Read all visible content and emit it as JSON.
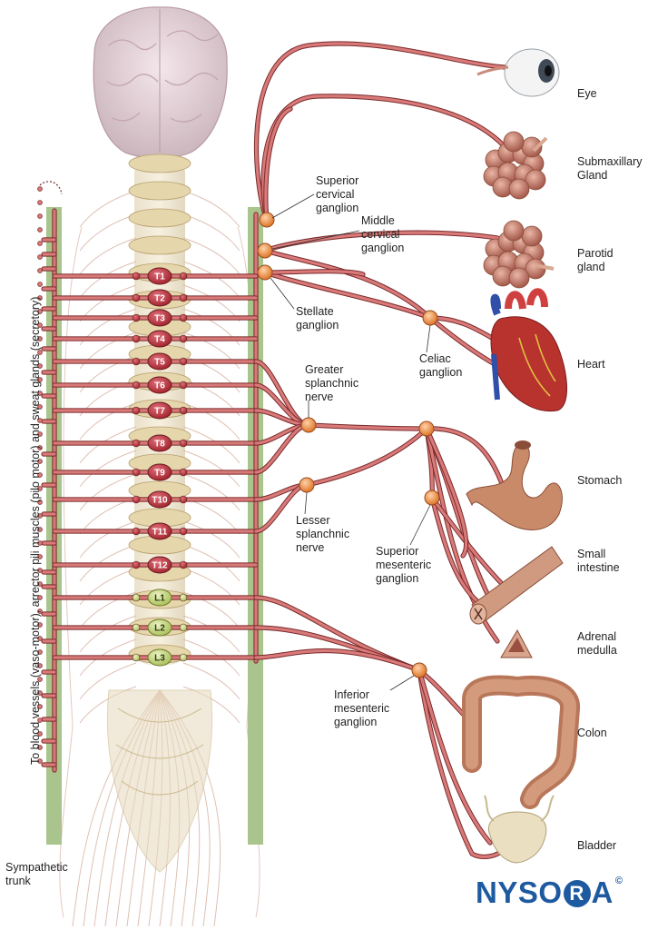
{
  "labels": {
    "ganglia": {
      "superior_cervical": [
        "Superior",
        "cervical",
        "ganglion"
      ],
      "middle_cervical": [
        "Middle",
        "cervical",
        "ganglion"
      ],
      "stellate": [
        "Stellate",
        "ganglion"
      ],
      "celiac": [
        "Celiac",
        "ganglion"
      ],
      "greater_splanchnic": [
        "Greater",
        "splanchnic",
        "nerve"
      ],
      "lesser_splanchnic": [
        "Lesser",
        "splanchnic",
        "nerve"
      ],
      "superior_mesenteric": [
        "Superior",
        "mesenteric",
        "ganglion"
      ],
      "inferior_mesenteric": [
        "Inferior",
        "mesenteric",
        "ganglion"
      ]
    },
    "organs": {
      "eye": "Eye",
      "submaxillary": [
        "Submaxillary",
        "Gland"
      ],
      "parotid": [
        "Parotid",
        "gland"
      ],
      "heart": "Heart",
      "stomach": "Stomach",
      "small_intestine": [
        "Small",
        "intestine"
      ],
      "adrenal": [
        "Adrenal",
        "medulla"
      ],
      "colon": "Colon",
      "bladder": "Bladder"
    },
    "sympathetic_trunk": [
      "Sympathetic",
      "trunk"
    ],
    "vertical_caption": "To blood vessels (vaso-motor), arrector pili muscles (pilo motor) and sweat glands (secretory)"
  },
  "segments": {
    "thoracic": [
      "T1",
      "T2",
      "T3",
      "T4",
      "T5",
      "T6",
      "T7",
      "T8",
      "T9",
      "T10",
      "T11",
      "T12"
    ],
    "lumbar": [
      "L1",
      "L2",
      "L3"
    ]
  },
  "logo": {
    "pre": "NYSO",
    "ring": "R",
    "post": "A",
    "mark": "©"
  },
  "colors": {
    "nerve": "#d97a7a",
    "nerve_outline": "#7a2a2a",
    "trunk_bar": "#a9c48c",
    "ganglion": "#f0a060",
    "thoracic_node": "#c0404a",
    "lumbar_node": "#c8d88a"
  }
}
